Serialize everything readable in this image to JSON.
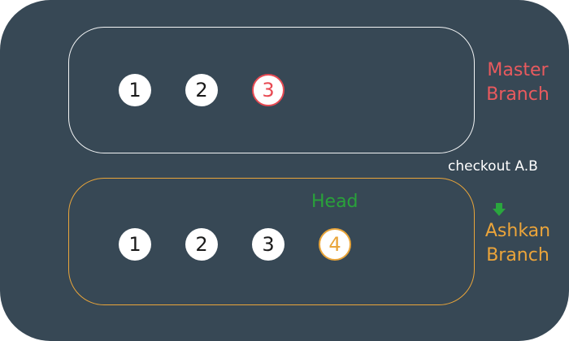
{
  "master_branch": {
    "label_line1": "Master",
    "label_line2": "Branch",
    "commits": [
      "1",
      "2",
      "3"
    ],
    "head_commit": "3",
    "color": "#e84a53"
  },
  "ashkan_branch": {
    "label_line1": "Ashkan",
    "label_line2": "Branch",
    "commits": [
      "1",
      "2",
      "3",
      "4"
    ],
    "head_commit": "4",
    "color": "#e9a53a"
  },
  "command": "checkout A.B",
  "head_label": "Head",
  "head_color": "#29a23a",
  "background_color": "#374855",
  "arrow_icon": "pointer-arrow-icon"
}
